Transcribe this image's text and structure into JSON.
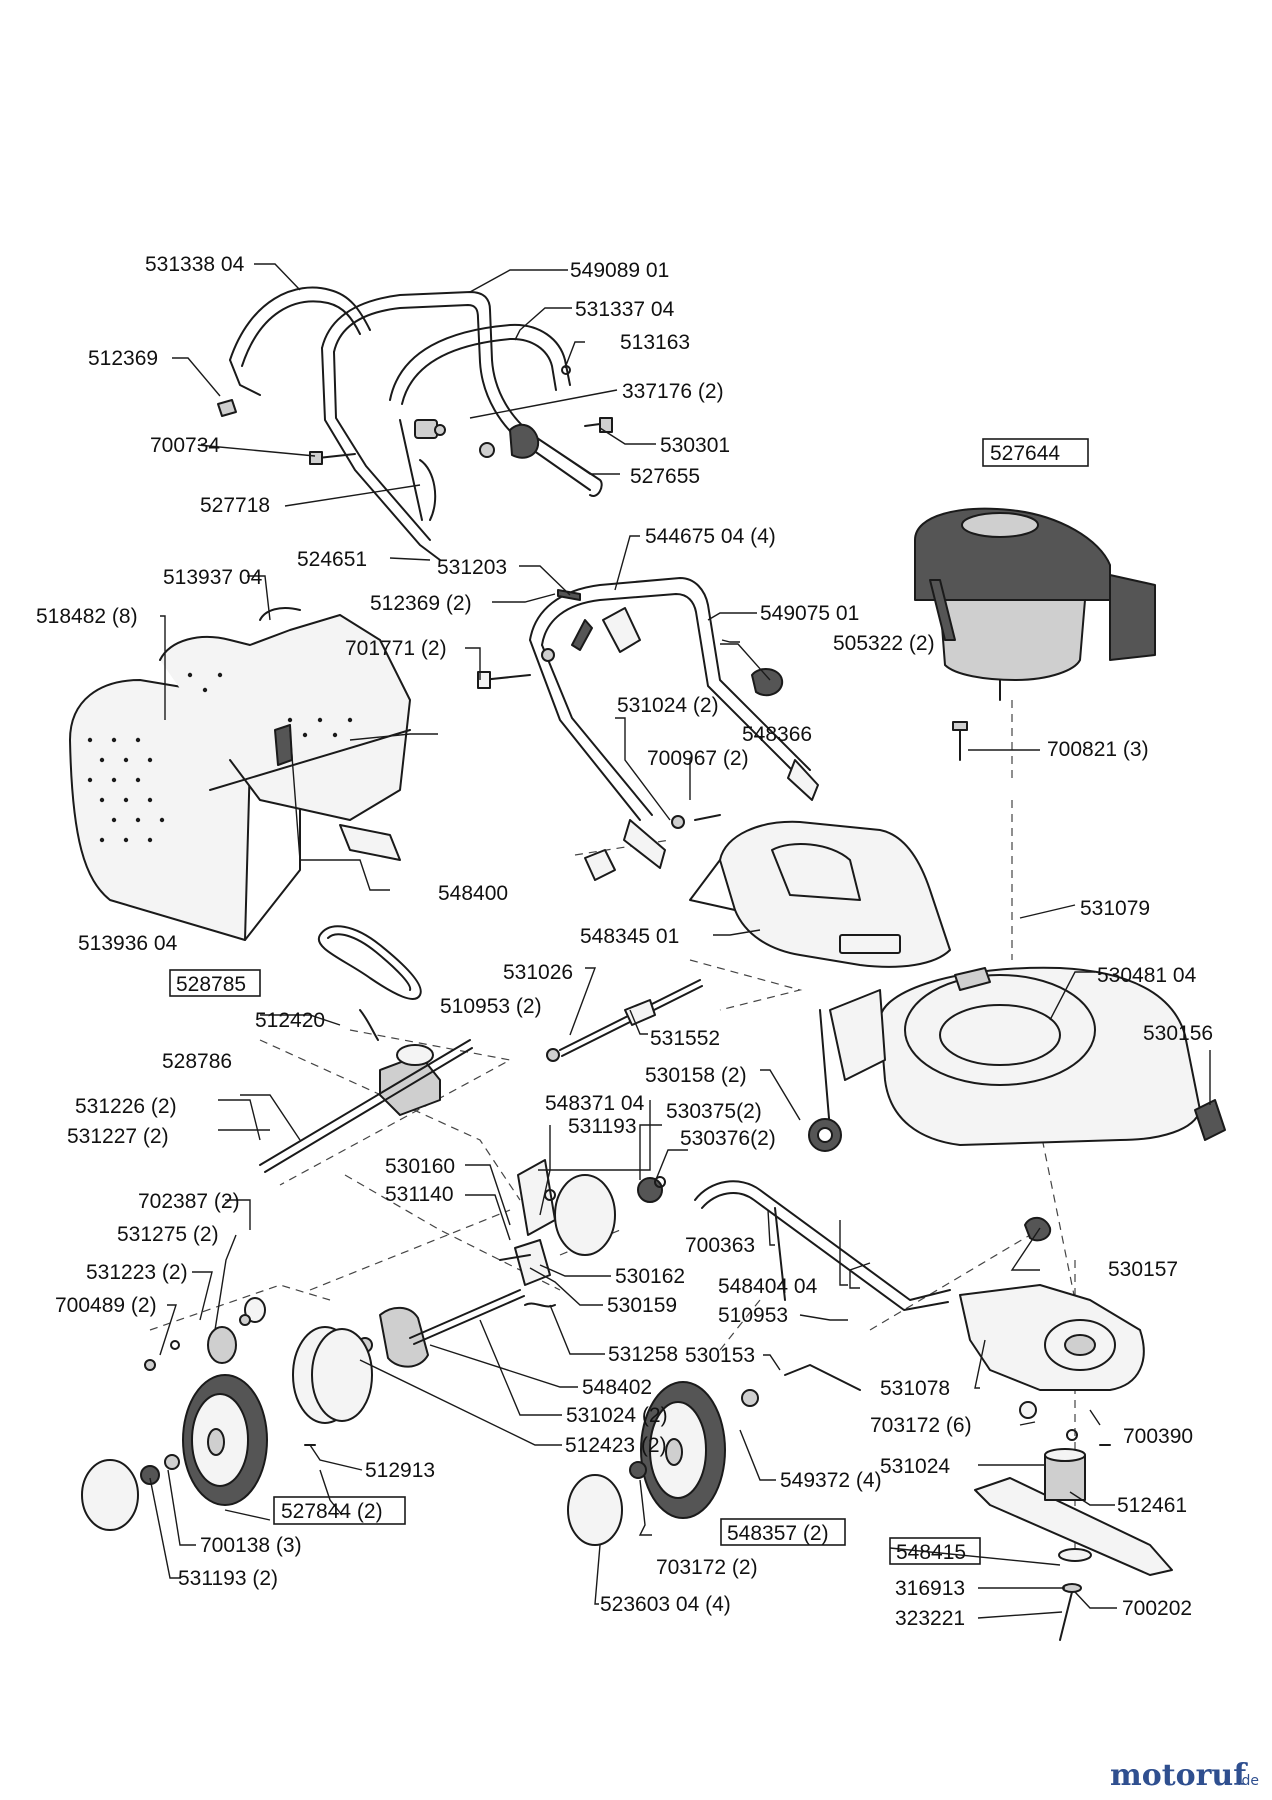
{
  "labels": {
    "l531338_04": "531338 04",
    "l549089_01": "549089 01",
    "l531337_04": "531337 04",
    "l512369_a": "512369",
    "l513163": "513163",
    "l337176": "337176 (2)",
    "l700734": "700734",
    "l530301": "530301",
    "l527655": "527655",
    "l527718": "527718",
    "l524651": "524651",
    "l531203": "531203",
    "l544675_04": "544675 04 (4)",
    "l513937_04": "513937 04",
    "l518482": "518482 (8)",
    "l512369_b": "512369 (2)",
    "l549075_01": "549075 01",
    "l701771": "701771 (2)",
    "l505322": "505322 (2)",
    "l548366": "548366",
    "l531024_a": "531024 (2)",
    "l700967": "700967 (2)",
    "l700821": "700821 (3)",
    "l548400": "548400",
    "l531079": "531079",
    "l513936_04": "513936 04",
    "l548345_01": "548345 01",
    "l531026": "531026",
    "l530481_04": "530481 04",
    "l510953_a": "510953 (2)",
    "l512420": "512420",
    "l531552": "531552",
    "l530156": "530156",
    "l528786": "528786",
    "l530158": "530158 (2)",
    "l548371_04": "548371 04",
    "l531226": "531226 (2)",
    "l531227": "531227 (2)",
    "l531193_a": "531193",
    "l530375": "530375(2)",
    "l530376": "530376(2)",
    "l530160": "530160",
    "l531140": "531140",
    "l702387": "702387 (2)",
    "l531275": "531275 (2)",
    "l700363": "700363",
    "l530157": "530157",
    "l531223": "531223 (2)",
    "l530162": "530162",
    "l548404_04": "548404 04",
    "l700489": "700489 (2)",
    "l530159": "530159",
    "l510953_b": "510953",
    "l531258": "531258",
    "l530153": "530153",
    "l548402": "548402",
    "l531078": "531078",
    "l531024_b": "531024 (2)",
    "l703172_a": "703172 (6)",
    "l700390": "700390",
    "l512423": "512423 (2)",
    "l531024_c": "531024",
    "l512913": "512913",
    "l549372": "549372 (4)",
    "l512461": "512461",
    "l700138": "700138 (3)",
    "l703172_b": "703172 (2)",
    "l316913": "316913",
    "l700202": "700202",
    "l531193_b": "531193 (2)",
    "l523603_04": "523603 04 (4)",
    "l323221": "323221"
  },
  "boxed_labels": {
    "b527644": "527644",
    "b528785": "528785",
    "b527844": "527844 (2)",
    "b548357": "548357 (2)",
    "b548415": "548415"
  },
  "watermark": {
    "brand": "motoruf",
    "suffix": ".de"
  }
}
